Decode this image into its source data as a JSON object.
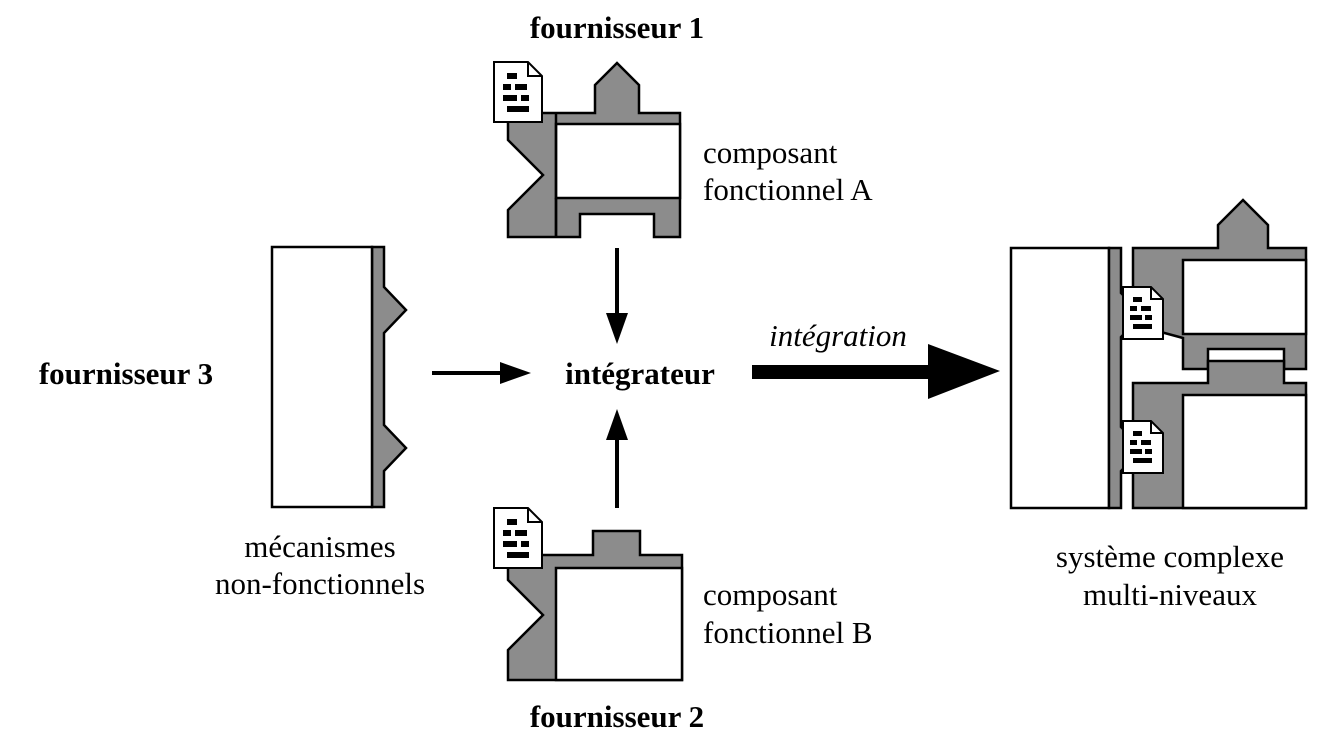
{
  "suppliers": {
    "s1": "fournisseur 1",
    "s2": "fournisseur 2",
    "s3": "fournisseur 3"
  },
  "components": {
    "a_line1": "composant",
    "a_line2": "fonctionnel A",
    "b_line1": "composant",
    "b_line2": "fonctionnel B"
  },
  "mechanisms": {
    "line1": "mécanismes",
    "line2": "non-fonctionnels"
  },
  "integrator": "intégrateur",
  "integration": "intégration",
  "system": {
    "line1": "système complexe",
    "line2": "multi-niveaux"
  },
  "colors": {
    "gray": "#8c8c8c",
    "stroke": "#000000",
    "white": "#ffffff"
  }
}
